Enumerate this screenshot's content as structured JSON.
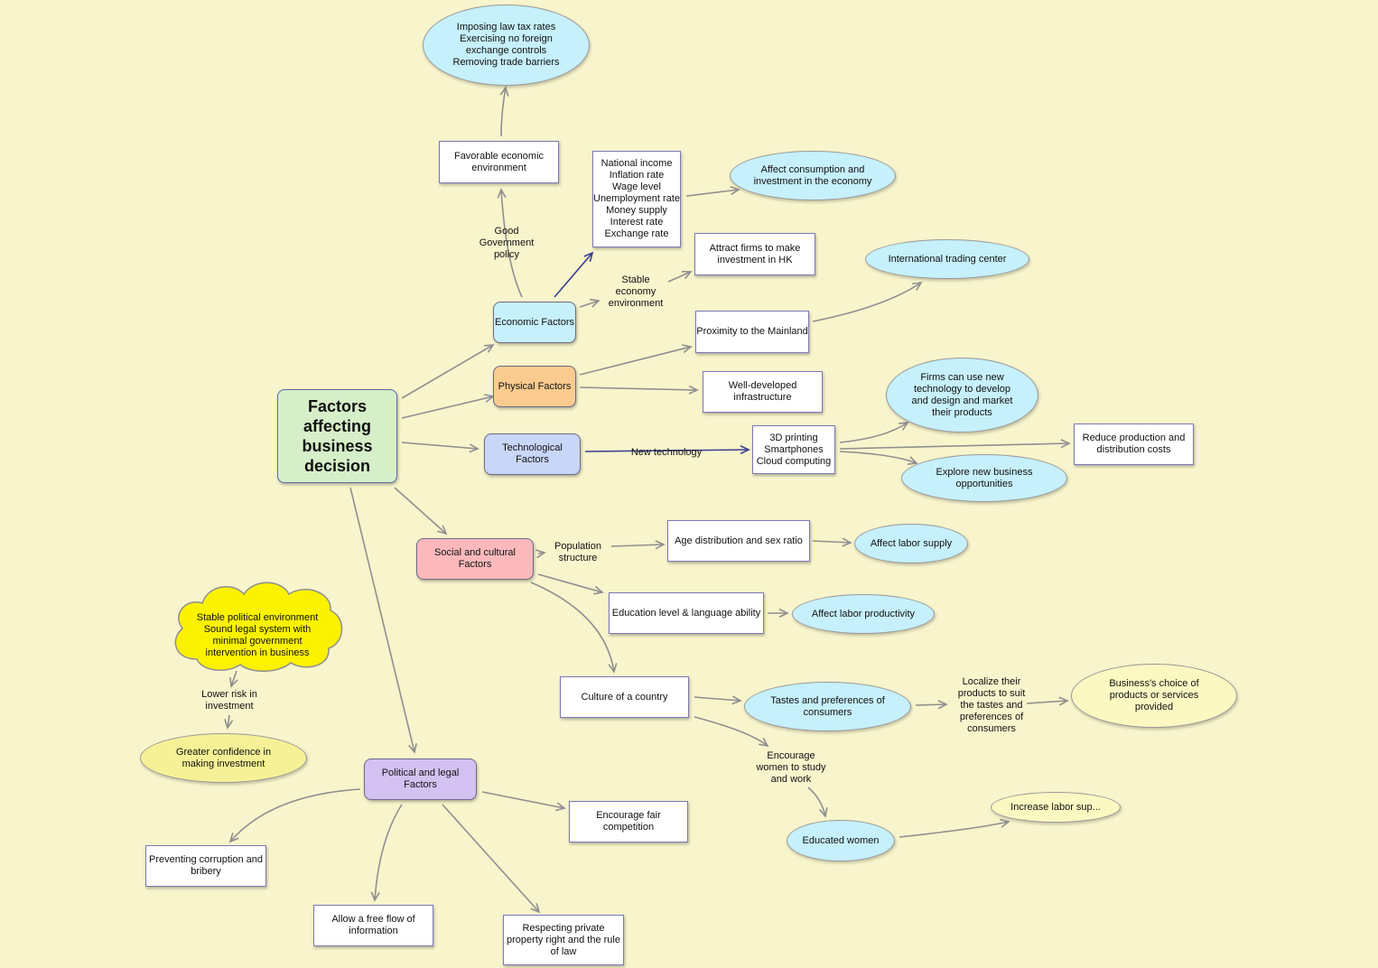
{
  "main": "Factors\naffecting\nbusiness\ndecision",
  "factors": {
    "economic": "Economic Factors",
    "physical": "Physical Factors",
    "technological": "Technological Factors",
    "social": "Social and cultural Factors",
    "political": "Political and legal Factors"
  },
  "economic": {
    "trade_policy": "Imposing law tax rates\nExercising no foreign\nexchange controls\nRemoving trade barriers",
    "favorable": "Favorable economic\nenvironment",
    "good_policy_label": "Good\nGovernment\npolicy",
    "indicators": "National income\nInflation rate\nWage level\nUnemployment rate\nMoney supply\nInterest rate\nExchange rate",
    "affect_consumption": "Affect consumption and\ninvestment in the economy",
    "stable_label": "Stable\neconomy\nenvironment",
    "attract_firms": "Attract firms to make\ninvestment in HK"
  },
  "physical": {
    "trading_center": "International trading center",
    "proximity": "Proximity to the Mainland",
    "infrastructure": "Well-developed\ninfrastructure"
  },
  "technological": {
    "new_tech_label": "New technology",
    "tech_list": "3D printing\nSmartphones\nCloud computing",
    "firms_new_tech": "Firms can use new\ntechnology to develop\nand design and market\ntheir products",
    "reduce_costs": "Reduce production and\ndistribution costs",
    "new_opportunities": "Explore new business\nopportunities"
  },
  "social": {
    "population_label": "Population\nstructure",
    "age_distribution": "Age distribution and sex ratio",
    "labor_supply": "Affect labor supply",
    "education": "Education level & language ability",
    "labor_productivity": "Affect labor productivity",
    "culture": "Culture of a country",
    "tastes": "Tastes and preferences of\nconsumers",
    "localize_label": "Localize their\nproducts to suit\nthe tastes and\npreferences of\nconsumers",
    "choice": "Business's choice of\nproducts or services\nprovided",
    "encourage_women_label": "Encourage\nwomen to study\nand work",
    "educated_women": "Educated women",
    "labor_sup": "Increase labor sup..."
  },
  "political": {
    "stable_env": "Stable political environment\nSound legal system with\nminimal government\nintervention in business",
    "lower_risk_label": "Lower risk in\ninvestment",
    "confidence": "Greater confidence in\nmaking investment",
    "fair_competition": "Encourage fair competition",
    "corruption": "Preventing corruption and\nbribery",
    "free_flow": "Allow a free flow of\ninformation",
    "property": "Respecting private\nproperty right and the rule\nof law"
  },
  "colors": {
    "background": "#f8f4cc",
    "main": "#d6efc9",
    "economic": "#c6f0fb",
    "physical": "#fbcb8f",
    "technological": "#c8d6f7",
    "social": "#fbb9bb",
    "political": "#d3c1f2",
    "ellipse_cyan": "#c6f0fb",
    "ellipse_yellow": "#f6f196",
    "ellipse_light_yellow": "#fbf8c2",
    "cloud": "#fbf200",
    "connector": "#8f8f8f"
  }
}
